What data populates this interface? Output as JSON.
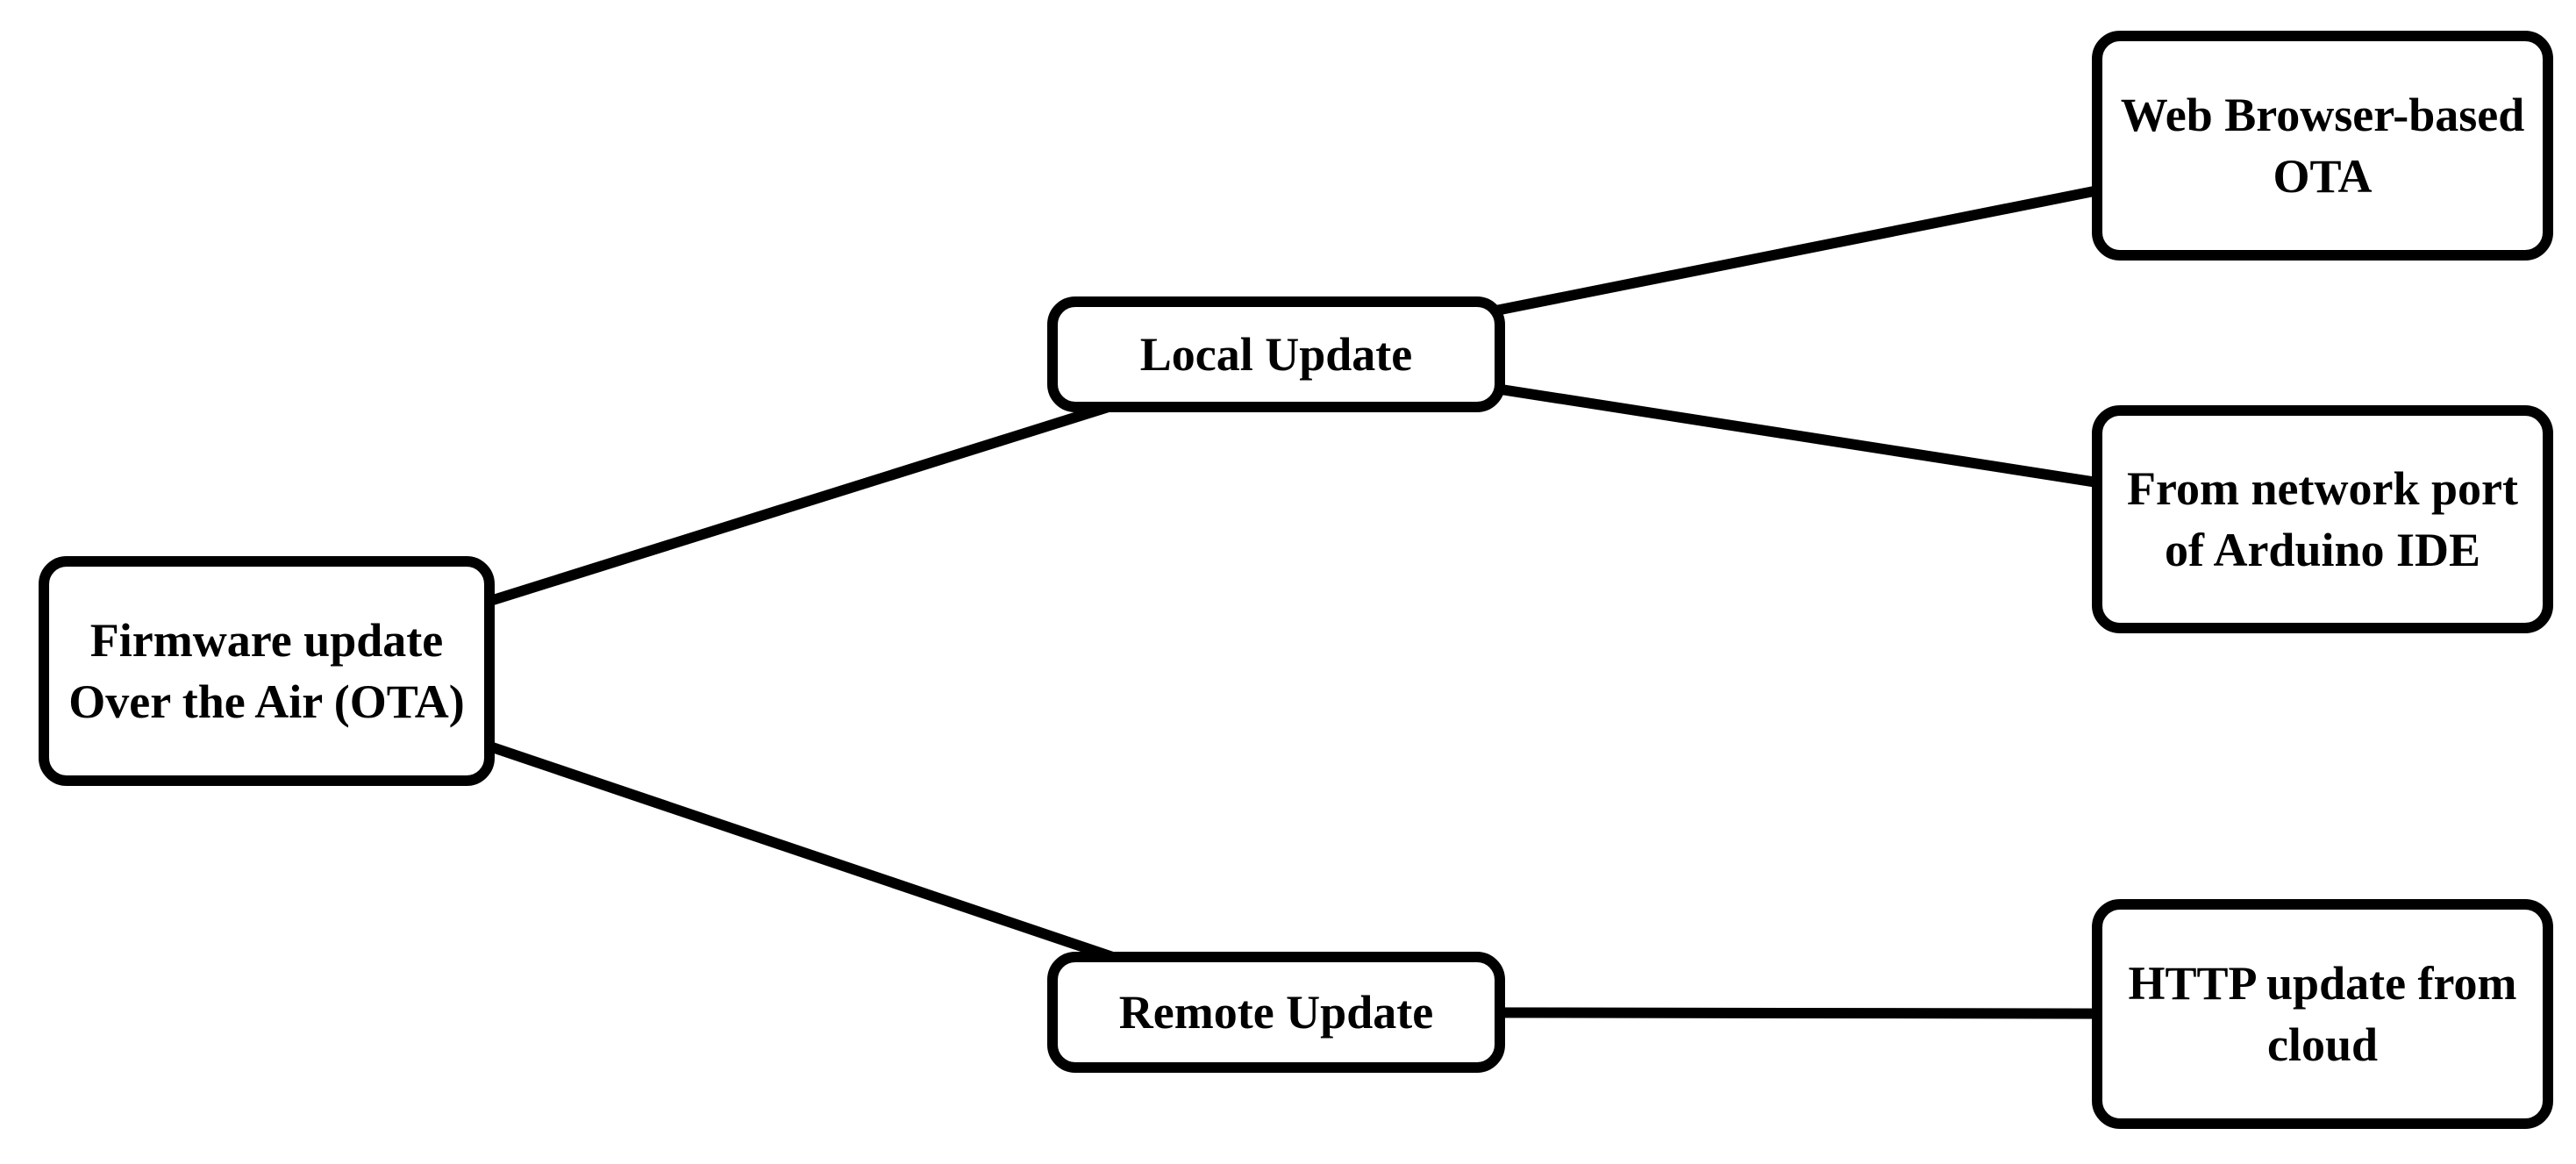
{
  "diagram": {
    "title": "Firmware update Over the Air (OTA) diagram",
    "colors": {
      "background": "#ffffff",
      "node_fill": "#ffffff",
      "node_border": "#000000",
      "line_color": "#000000",
      "text_color": "#000000"
    },
    "nodes": {
      "root": {
        "label": "Firmware update\nOver the Air (OTA)"
      },
      "local": {
        "label": "Local Update"
      },
      "remote": {
        "label": "Remote Update"
      },
      "web_ota": {
        "label": "Web Browser-based\nOTA"
      },
      "network_port": {
        "label": "From network port\nof Arduino IDE"
      },
      "http_cloud": {
        "label": "HTTP update from\ncloud"
      }
    },
    "edges": [
      {
        "from": "root",
        "to": "local"
      },
      {
        "from": "root",
        "to": "remote"
      },
      {
        "from": "local",
        "to": "web_ota"
      },
      {
        "from": "local",
        "to": "network_port"
      },
      {
        "from": "remote",
        "to": "http_cloud"
      }
    ]
  }
}
